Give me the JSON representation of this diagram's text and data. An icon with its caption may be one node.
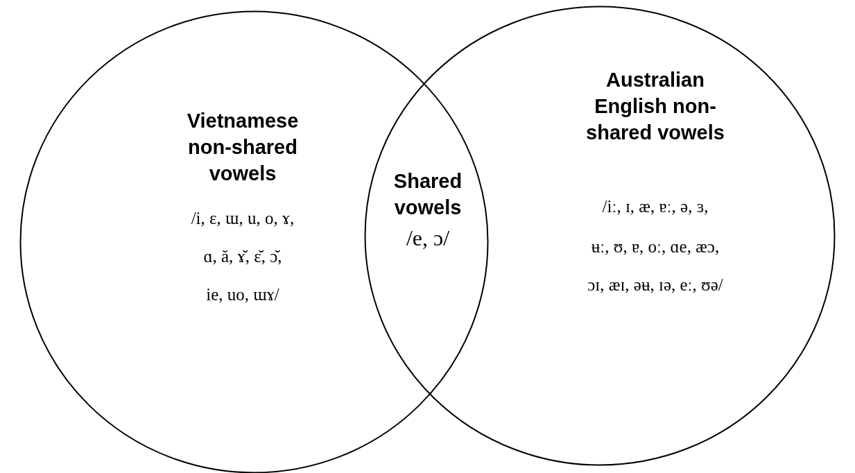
{
  "diagram": {
    "nodes": [
      {
        "text": [
          "Vietnamese non-shared vowels",
          "/i, ɛ, ɯ, u, o, ɤ,",
          "ɑ, ă, ɤ̆, ɛ̆, ɔ̆,",
          "ie, uo, ɯɤ/"
        ]
      },
      {
        "text": [
          "Australian English non-shared vowels",
          "/iː, ɪ, æ, ɐː, ə, ɜ,",
          "ʉː, ʊ, ɐ, oː, ɑe, æɔ,",
          "ɔɪ, æɪ, əʉ, ɪə, eː, ʊə/"
        ]
      }
    ],
    "labels": [
      "Shared vowels",
      "/e, ɔ/"
    ]
  }
}
